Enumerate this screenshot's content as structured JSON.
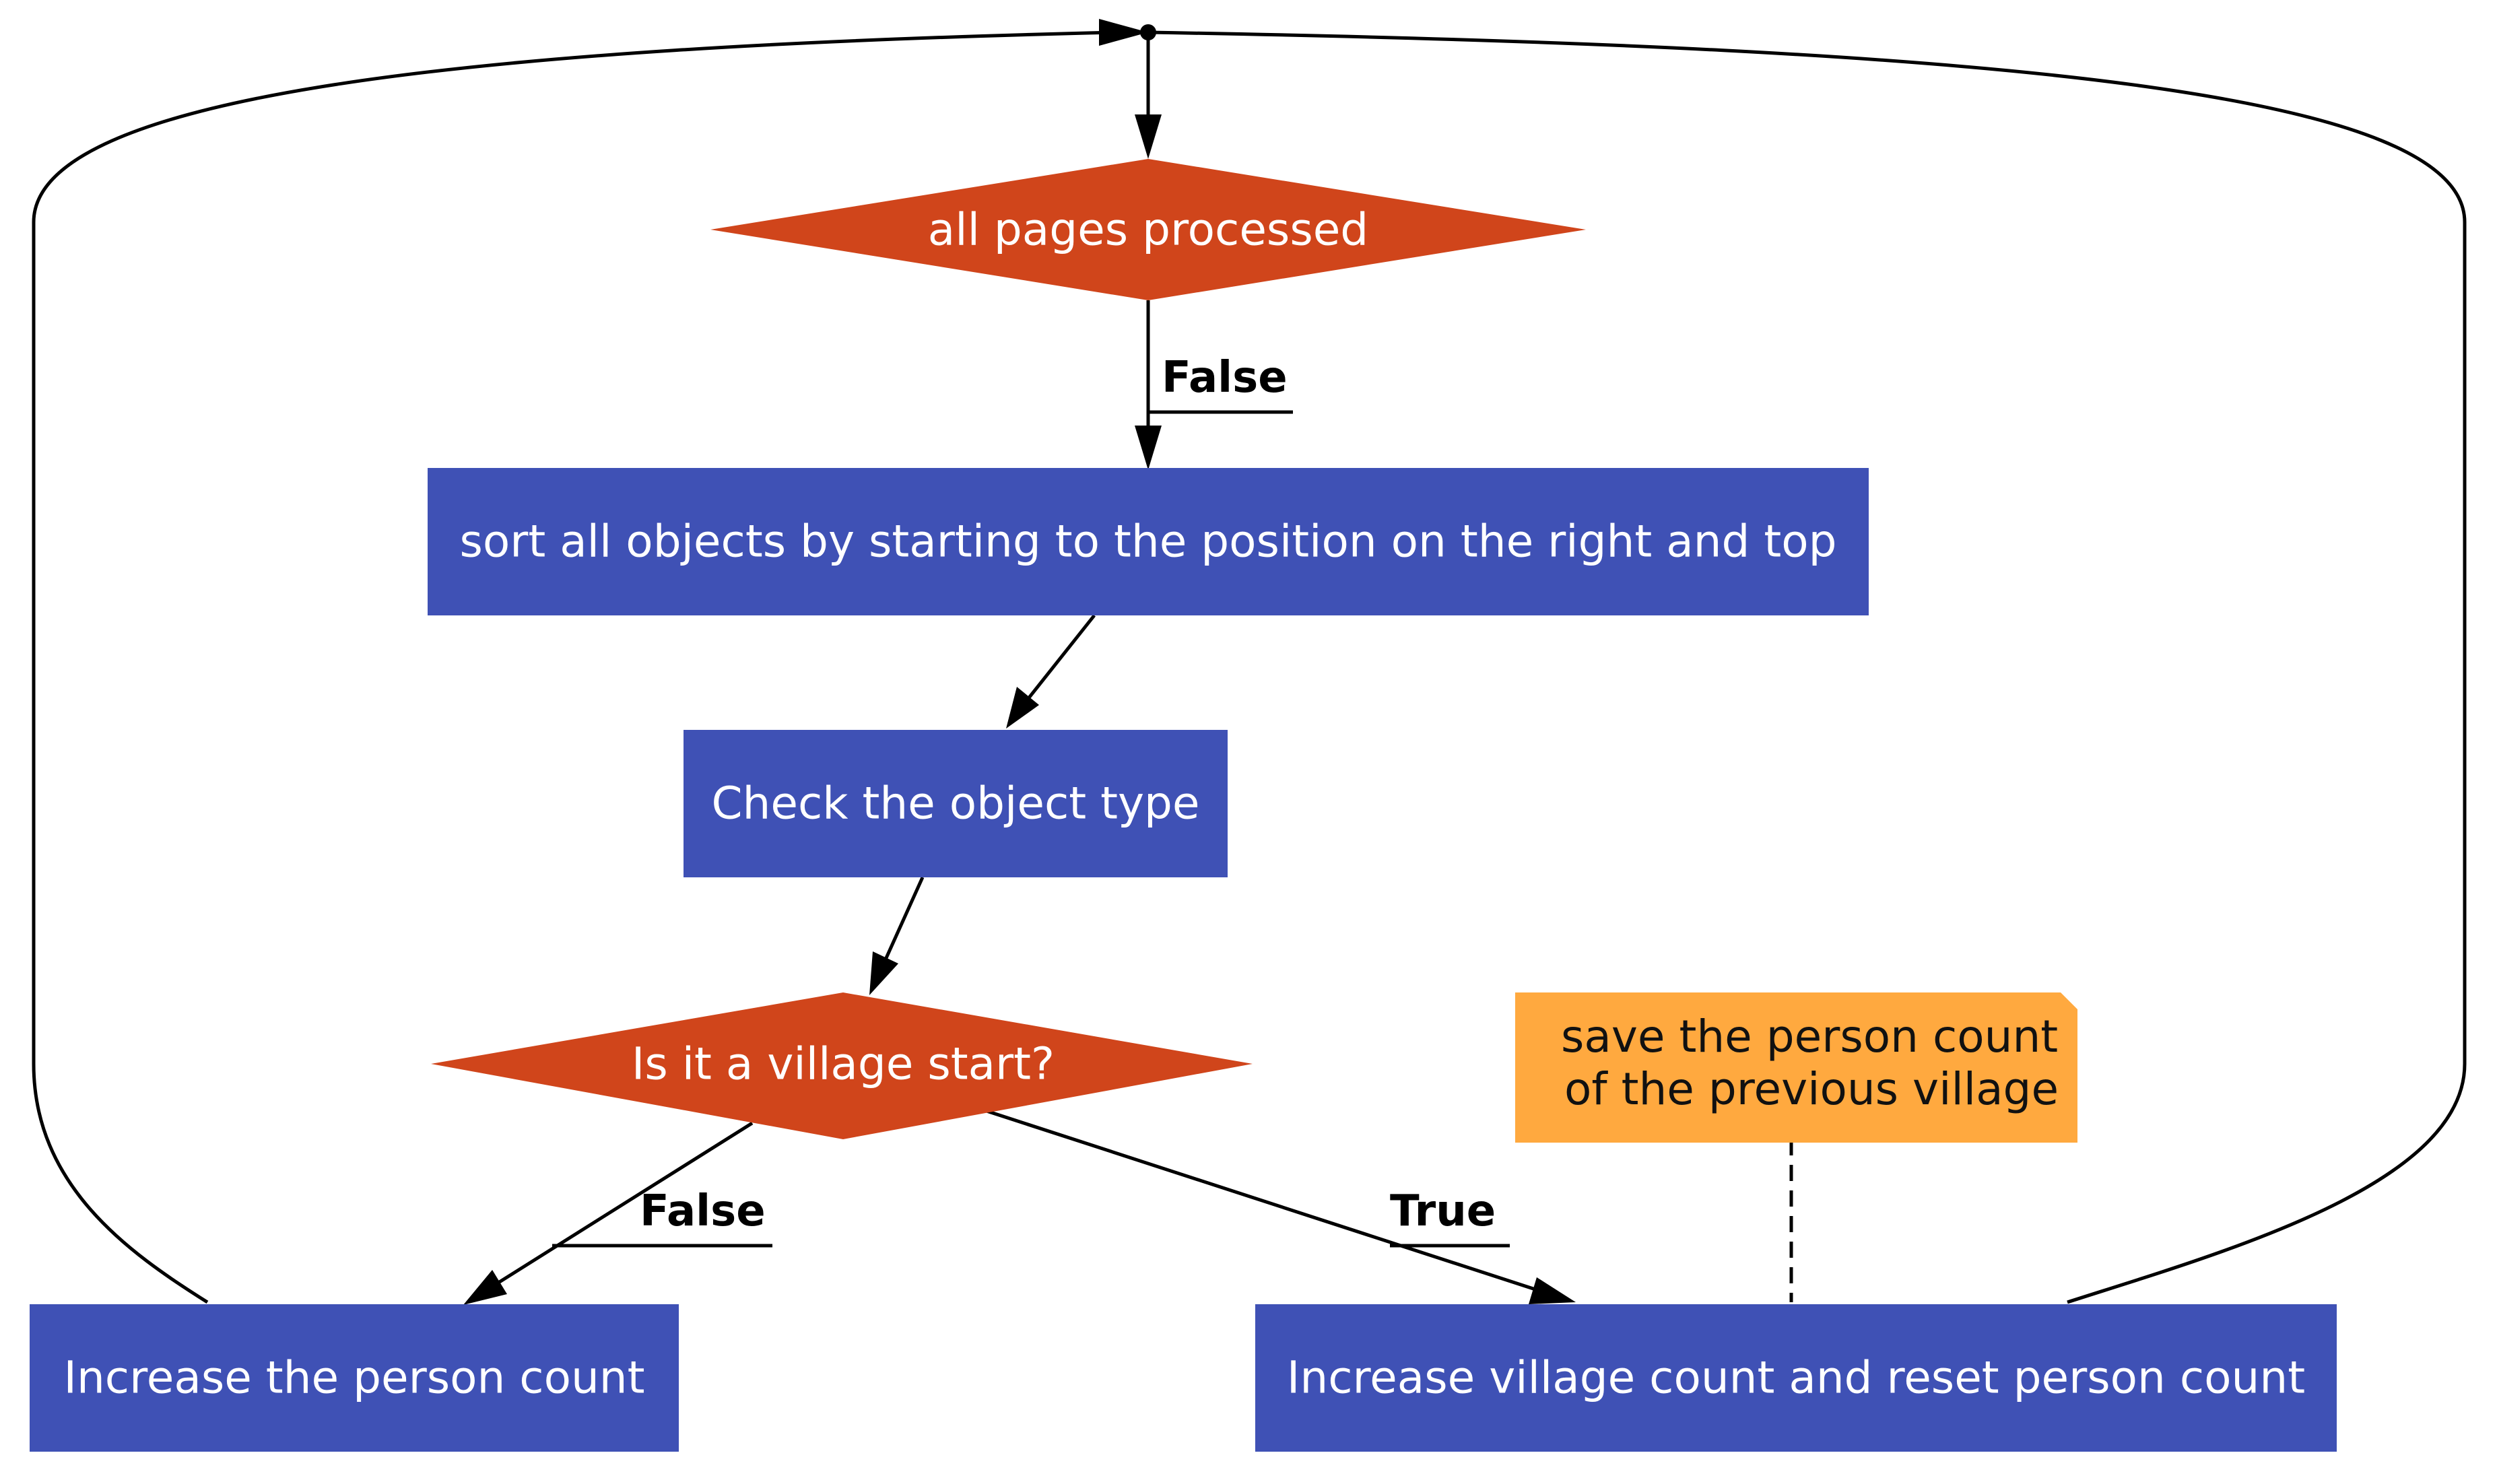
{
  "colors": {
    "decision": "#D0451B",
    "process": "#3F51B5",
    "note": "#FFA93F",
    "edge": "#000000"
  },
  "nodes": {
    "all_pages_processed": "all pages processed",
    "sort_objects": "sort all objects by starting to the position on the right and top",
    "check_object_type": "Check the object type",
    "village_start": "Is it a village start?",
    "increase_person": "Increase the person count",
    "increase_village": "Increase village count and reset person count"
  },
  "note": {
    "line1": "save the person count",
    "line2": "of the previous village"
  },
  "edge_labels": {
    "pages_false": "False",
    "village_false": "False",
    "village_true": "True"
  }
}
